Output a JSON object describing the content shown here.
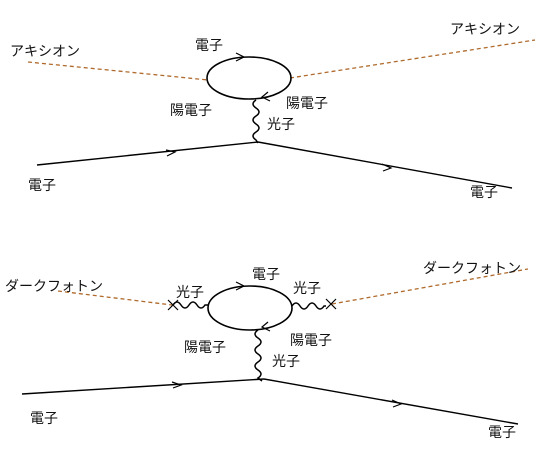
{
  "diagram_top": {
    "label_axion_left": "アキシオン",
    "label_axion_right": "アキシオン",
    "label_loop_electron": "電子",
    "label_loop_positron_left": "陽電子",
    "label_loop_positron_right": "陽電子",
    "label_photon": "光子",
    "label_incoming_electron": "電子",
    "label_outgoing_electron": "電子"
  },
  "diagram_bottom": {
    "label_darkphoton_left": "ダークフォトン",
    "label_darkphoton_right": "ダークフォトン",
    "label_photon_left": "光子",
    "label_photon_right": "光子",
    "label_loop_electron": "電子",
    "label_loop_positron_left": "陽電子",
    "label_loop_positron_right": "陽電子",
    "label_photon_vertical": "光子",
    "label_incoming_electron": "電子",
    "label_outgoing_electron": "電子"
  },
  "colors": {
    "external_dashed_line": "#b06a2c",
    "lines": "#000000"
  }
}
